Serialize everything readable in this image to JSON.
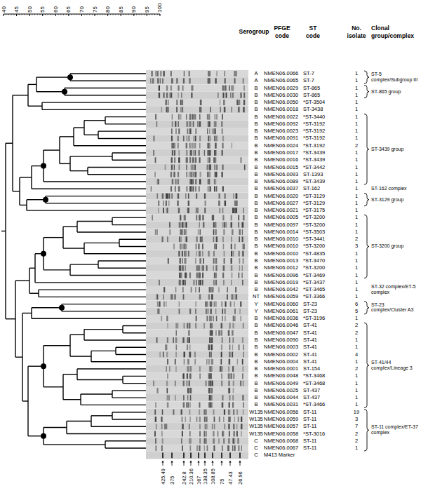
{
  "diagram": {
    "labels": [
      "40",
      "45",
      "50",
      "55",
      "60",
      "65",
      "70",
      "75",
      "80",
      "85",
      "90",
      "95",
      "100",
      "Serogroup",
      "PFGE code",
      "ST code",
      "No. isolate",
      "Clonal group/complex",
      "A",
      "NMEN06.0066",
      "ST-7",
      "1",
      "A",
      "NMEN06.0065",
      "ST-7",
      "1",
      "B",
      "NMEN06.0029",
      "ST-865",
      "1",
      "B",
      "NMEN06.0030",
      "ST-865",
      "1",
      "B",
      "NMEN06.0050",
      "*ST-3504",
      "1",
      "B",
      "NMEN06.0018",
      "ST-3438",
      "1",
      "B",
      "NMEN06.0022",
      "*ST-3440",
      "1",
      "B",
      "NMEN06.0092",
      "*ST-3192",
      "1",
      "B",
      "NMEN06.0023",
      "*ST-3192",
      "1",
      "B",
      "NMEN06.0091",
      "*ST-3192",
      "1",
      "B",
      "NMEN06.0024",
      "*ST-3192",
      "2",
      "B",
      "NMEN06.0017",
      "*ST-3439",
      "1",
      "B",
      "NMEN06.0016",
      "*ST-3439",
      "1",
      "B",
      "NMEN06.0015",
      "*ST-3442",
      "1",
      "B",
      "NMEN06.0093",
      "ST-1393",
      "1",
      "B",
      "NMEN06.0089",
      "*ST-3439",
      "1",
      "B",
      "NMEN06.0037",
      "ST-162",
      "1",
      "B",
      "NMEN06.0020",
      "*ST-3129",
      "1",
      "B",
      "NMEN06.0027",
      "*ST-3129",
      "1",
      "B",
      "NMEN06.0021",
      "*ST-3175",
      "1",
      "B",
      "NMEN06.0005",
      "*ST-3200",
      "1",
      "B",
      "NMEN06.0097",
      "*ST-3200",
      "1",
      "B",
      "NMEN06.0014",
      "*ST-3503",
      "1",
      "B",
      "NMEN06.0010",
      "*ST-3441",
      "2",
      "B",
      "NMEN06.0010",
      "*ST-3200",
      "3",
      "B",
      "NMEN06.0010",
      "*ST-4835",
      "1",
      "B",
      "NMEN06.0013",
      "*ST-3470",
      "1",
      "B",
      "NMEN06.0012",
      "*ST-3200",
      "1",
      "B",
      "NMEN06.0096",
      "*ST-3469",
      "1",
      "B",
      "NMEN06.0019",
      "*ST-3437",
      "1",
      "B",
      "NMEN06.0042",
      "*ST-3465",
      "1",
      "NT",
      "NMEN06.0059",
      "*ST-3366",
      "1",
      "Y",
      "NMEN06.0060",
      "ST-23",
      "6",
      "Y",
      "NMEN06.0061",
      "ST-23",
      "5",
      "B",
      "NMEN06.0036",
      "*ST-3196",
      "1",
      "B",
      "NMEN06.0046",
      "ST-41",
      "2",
      "B",
      "NMEN06.0047",
      "ST-41",
      "2",
      "B",
      "NMEN06.0090",
      "ST-41",
      "1",
      "B",
      "NMEN06.0003",
      "ST-41",
      "1",
      "B",
      "NMEN06.0002",
      "ST-41",
      "4",
      "B",
      "NMEN06.0004",
      "ST-41",
      "1",
      "B",
      "NMEN06.0001",
      "ST-154",
      "2",
      "B",
      "NMEN06.0048",
      "*ST-3468",
      "1",
      "B",
      "NMEN06.0049",
      "*ST-3468",
      "1",
      "B",
      "NMEN06.0025",
      "ST-437",
      "1",
      "B",
      "NMEN06.0044",
      "ST-437",
      "1",
      "B",
      "NMEN06.0031",
      "*ST-3466",
      "1",
      "W135",
      "NMEN06.0056",
      "ST-11",
      "19",
      "W135",
      "NMEN06.0059",
      "ST-11",
      "3",
      "W135",
      "NMEN06.0057",
      "ST-11",
      "7",
      "W135",
      "NMEN06.0058",
      "*ST-3016",
      "2",
      "C",
      "NMEN06.0068",
      "ST-11",
      "2",
      "C",
      "NMEN06.0067",
      "ST-11",
      "1",
      "C",
      "M413 Marker",
      "ST-5 complex/Subgroup III",
      "ST-865 group",
      "ST-3439 group",
      "ST-162 complex",
      "ST-3129 group",
      "ST-3200 group",
      "ST-32 complex/ET-5 complex",
      "ST-23 complex/Cluster A3",
      "ST-41/44 complex/Lineage 3",
      "ST-11 complex/ET-37 complex",
      "425.49",
      "375",
      "242.8",
      "210.36",
      "167",
      "138.35",
      "108.85",
      "75",
      "47.43",
      "26.96"
    ]
  }
}
